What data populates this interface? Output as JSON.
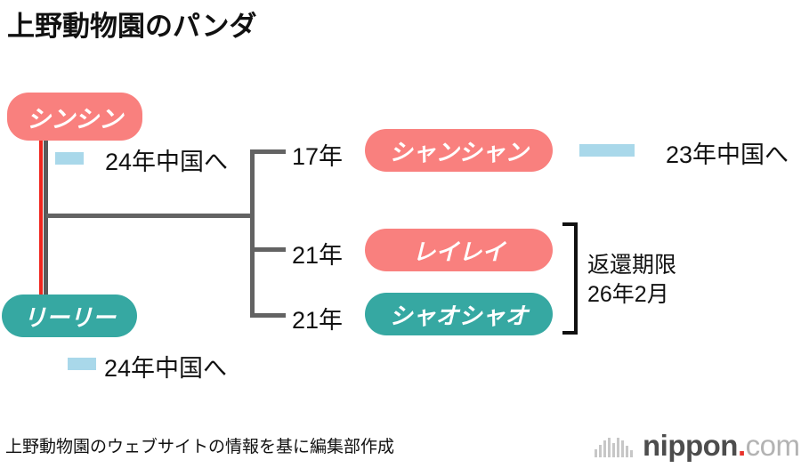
{
  "title": "上野動物園のパンダ",
  "colors": {
    "pink": "#F9807E",
    "teal": "#36A8A2",
    "arrow_blue": "#A9D8EA",
    "line_gray": "#636363",
    "line_red": "#F0261E",
    "text": "#111111",
    "logo_red": "#E8322B"
  },
  "parents": {
    "mother": {
      "name": "シンシン",
      "color": "pink",
      "departure_label": "24年中国へ"
    },
    "father": {
      "name": "リーリー",
      "color": "teal",
      "departure_label": "24年中国へ"
    }
  },
  "offspring": [
    {
      "year": "17年",
      "name": "シャンシャン",
      "color": "pink",
      "departure_label": "23年中国へ"
    },
    {
      "year": "21年",
      "name": "レイレイ",
      "color": "pink",
      "departure_label": ""
    },
    {
      "year": "21年",
      "name": "シャオシャオ",
      "color": "teal",
      "departure_label": ""
    }
  ],
  "return_note": {
    "line1": "返還期限",
    "line2": "26年2月"
  },
  "footer": {
    "source": "上野動物園のウェブサイトの情報を基に編集部作成",
    "logo": {
      "bars_icon": "sound-bars-icon",
      "name": "nippon",
      "dot": ".",
      "tld": "com"
    }
  }
}
